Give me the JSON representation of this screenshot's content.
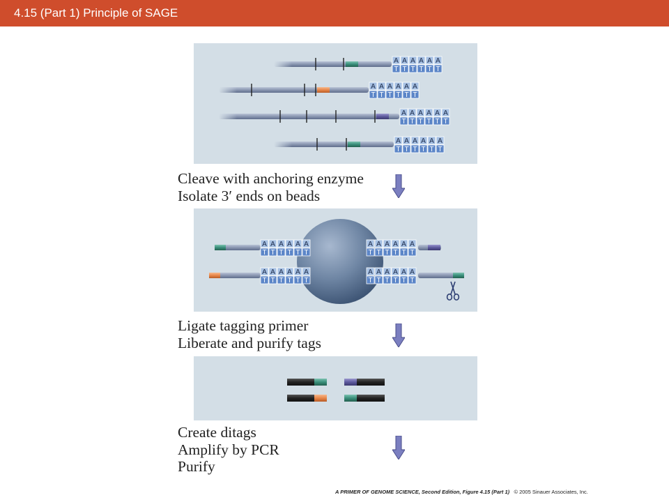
{
  "slide": {
    "title": "4.15 (Part 1)  Principle of SAGE",
    "accent_color": "#cf4d2c",
    "panel_color": "#d3dee6"
  },
  "diagram": {
    "poly_a_letter": "A",
    "poly_t_letter": "T",
    "tag_colors": {
      "teal": "#3a8f7b",
      "orange": "#e8874a",
      "purple": "#5d5a9e",
      "strand": "#8e9bb5",
      "bead": "#6f86a4",
      "ditag_body": "#222222"
    },
    "steps": [
      {
        "lines": [
          "Cleave with anchoring enzyme",
          "Isolate 3′ ends on beads"
        ]
      },
      {
        "lines": [
          "Ligate tagging primer",
          "Liberate and purify tags"
        ]
      },
      {
        "lines": [
          "Create ditags",
          "Amplify by PCR",
          "Purify"
        ]
      }
    ],
    "arrow_icon": "down-arrow-icon",
    "scissors_icon": "scissors-icon"
  },
  "footer": {
    "caption": "A PRIMER OF GENOME SCIENCE, Second Edition, Figure 4.15 (Part 1)",
    "copyright": "© 2005 Sinauer Associates, Inc."
  }
}
